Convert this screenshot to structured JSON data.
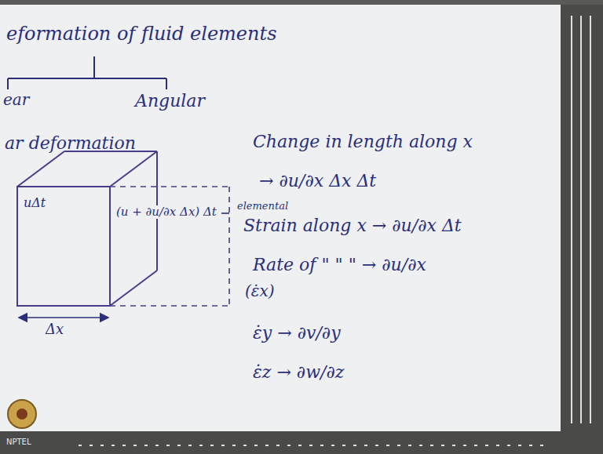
{
  "diagram": {
    "title": "eformation of fluid elements",
    "labels": [
      "ear",
      "Angular",
      "ar deformation",
      "uΔt",
      "(u + ∂u/∂x Δx) Δt",
      "Δx",
      "Change in length along x",
      "→ ∂u/∂x Δx Δt",
      "elemental",
      "Strain along x → ∂u/∂x Δt",
      "Rate of \" \" \" → ∂u/∂x",
      "(ε̇x)",
      "ε̇y → ∂v/∂y",
      "ε̇z → ∂w/∂z",
      "NPTEL"
    ]
  }
}
